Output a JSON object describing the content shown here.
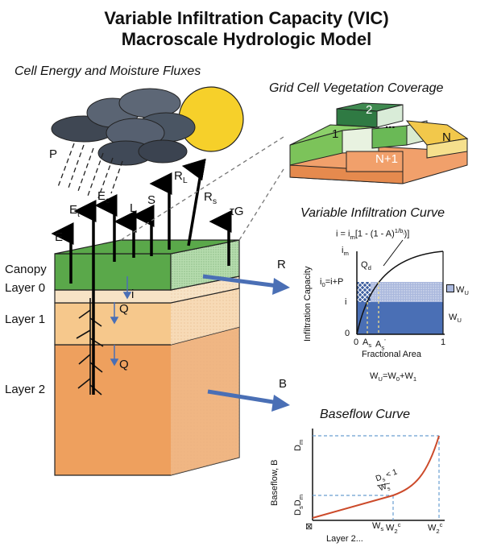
{
  "title_line1": "Variable Infiltration Capacity (VIC)",
  "title_line2": "Macroscale Hydrologic Model",
  "left_heading": "Cell Energy and Moisture Fluxes",
  "veg_heading": "Grid Cell Vegetation Coverage",
  "infil_heading": "Variable Infiltration Curve",
  "baseflow_heading": "Baseflow Curve",
  "colors": {
    "canopy_green": "#5aa84a",
    "layer0": "#f7e3c6",
    "layer1": "#f6c88c",
    "layer2": "#eea05e",
    "arrow_blue": "#4a6fb5",
    "sun": "#f6d02a",
    "cloud": "#4a5563",
    "veg_dark": "#2f7a43",
    "veg_light": "#7cc35a",
    "veg_yellow": "#f2c84b",
    "veg_orange": "#f1a06b",
    "curve_red": "#cc4a2a",
    "guide_blue": "#6a9fd1"
  },
  "flux_labels": {
    "precip": "P",
    "evap": "E",
    "transp": "E",
    "transp_sub": "t",
    "canopy_evap": "E",
    "canopy_evap_sub": "c",
    "latent": "L",
    "sensible": "S",
    "longwave": "R",
    "longwave_sub": "L",
    "shortwave": "R",
    "shortwave_sub": "s",
    "ground": "τG",
    "infil": "i",
    "q1": "Q",
    "q2": "Q",
    "runoff": "R",
    "baseflow": "B"
  },
  "layers": {
    "canopy": "Canopy",
    "layer0": "Layer 0",
    "layer1": "Layer 1",
    "layer2": "Layer 2"
  },
  "veg_tiles": {
    "t1": "1",
    "t2": "2",
    "dots": "...",
    "tN": "N",
    "tN1": "N+1"
  },
  "infil": {
    "equation": "i = i",
    "equation_sub": "m",
    "equation_rest": "[1 - (1 - A)",
    "equation_sup": "1/b",
    "equation_sup_sub": "i",
    "equation_end": ")]",
    "ylabel": "Infiltration Capacity",
    "xlabel": "Fractional Area",
    "im": "i",
    "im_sub": "m",
    "i0": "i",
    "i0_sub": "0",
    "i0_rest": "=i+P",
    "i": "i",
    "zero_y": "0",
    "zero_x": "0",
    "one": "1",
    "As": "A",
    "As_sub": "s",
    "As2": "A",
    "As2_sub": "s",
    "As2_sup": "'",
    "Qd": "Q",
    "Qd_sub": "d",
    "wu_prime": "W",
    "wu_prime_sub": "U",
    "wu": "W",
    "wu_sub": "U",
    "wu_eq": "W",
    "wu_eq_sub": "U",
    "wu_eq_rest1": "=W",
    "wu_eq_sub2": "0",
    "wu_eq_rest2": "+W",
    "wu_eq_sub3": "1"
  },
  "base": {
    "ylabel": "Baseflow, B",
    "dm": "D",
    "dm_sub": "m",
    "dsdm": "D",
    "dsdm_sub": "s",
    "dsdm2": "D",
    "dsdm2_sub": "m",
    "frac": "D",
    "frac_sub": "s",
    "frac_rest": " < 1",
    "frac_den": "W",
    "frac_den_sub": "s",
    "xlabel": "Layer 2...",
    "ws": "W",
    "ws_sub": "s",
    "w2c": "W",
    "w2c_sub": "2",
    "w2c_sup": "c",
    "w2c2": "W",
    "w2c2_sub": "2",
    "w2c2_sup": "c",
    "zero": "⊠"
  }
}
